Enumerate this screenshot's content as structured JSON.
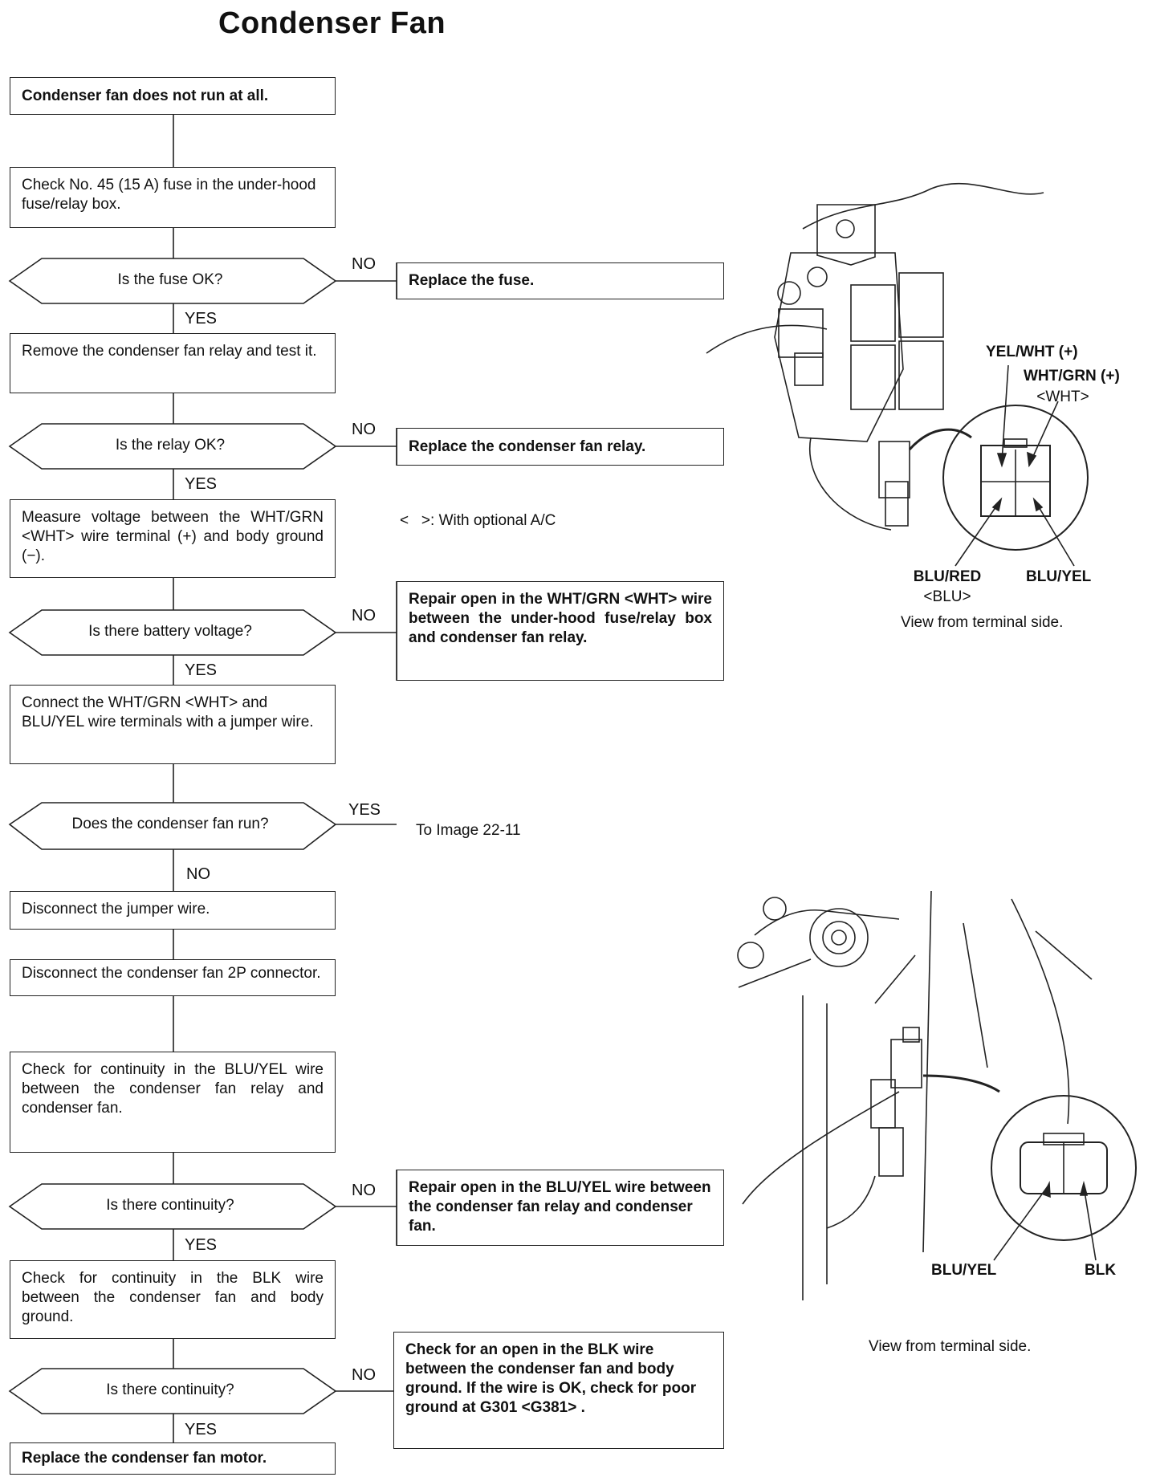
{
  "title": "Condenser Fan",
  "steps": {
    "s1": "Condenser fan does not run at all.",
    "s2": "Check No. 45 (15 A) fuse in the under-hood fuse/relay box.",
    "d1": "Is the fuse OK?",
    "r1": "Replace the fuse.",
    "s3": "Remove the condenser fan relay and test it.",
    "d2": "Is the relay OK?",
    "r2": "Replace the condenser fan relay.",
    "s4": "Measure voltage between the WHT/GRN <WHT> wire terminal (+) and body ground (−).",
    "note": "<   >: With optional A/C",
    "d3": "Is there battery voltage?",
    "r3": "Repair open in the WHT/GRN <WHT> wire between the under-hood fuse/relay box and condenser fan relay.",
    "s5": "Connect the WHT/GRN <WHT> and BLU/YEL wire terminals with a jumper wire.",
    "d4": "Does the condenser fan run?",
    "r4": "To Image 22-11",
    "s6": "Disconnect the jumper wire.",
    "s7": "Disconnect the condenser fan 2P connector.",
    "s8": "Check for continuity in the BLU/YEL wire between the condenser fan relay and condenser fan.",
    "d5": "Is there continuity?",
    "r5": "Repair open in the BLU/YEL wire between the condenser fan relay and condenser fan.",
    "s9": "Check for continuity in the BLK wire between the condenser fan and body ground.",
    "d6": "Is there continuity?",
    "r6": "Check for an open in the BLK wire between the condenser fan and body ground. If the wire is OK, check for poor ground at G301 <G381> .",
    "s10": "Replace the condenser fan motor."
  },
  "answers": {
    "yes": "YES",
    "no": "NO"
  },
  "figure1": {
    "pin_yelwht": "YEL/WHT (+)",
    "pin_whtgrn": "WHT/GRN (+)",
    "pin_whtgrn_alt": "<WHT>",
    "pin_blured": "BLU/RED",
    "pin_blured_alt": "<BLU>",
    "pin_bluyel": "BLU/YEL",
    "view": "View from terminal side."
  },
  "figure2": {
    "pin_bluyel": "BLU/YEL",
    "pin_blk": "BLK",
    "view": "View from terminal side."
  }
}
